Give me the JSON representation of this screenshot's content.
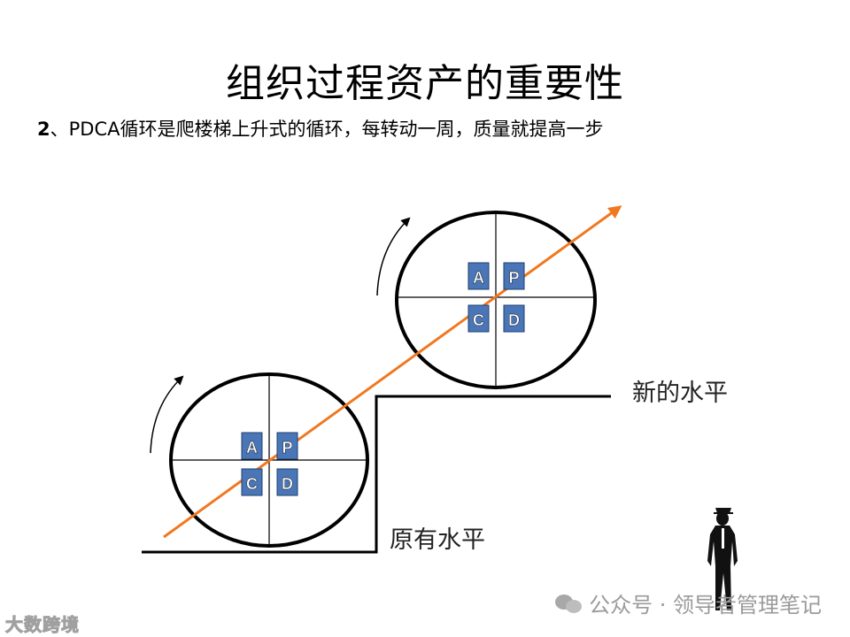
{
  "slide": {
    "title": "组织过程资产的重要性",
    "subtitle_num": "2",
    "subtitle_text": "、PDCA循环是爬楼梯上升式的循环，每转动一周，质量就提高一步"
  },
  "diagram": {
    "lower_cycle": {
      "labels": [
        "A",
        "P",
        "C",
        "D"
      ]
    },
    "upper_cycle": {
      "labels": [
        "A",
        "P",
        "C",
        "D"
      ]
    },
    "original_level_label": "原有水平",
    "new_level_label": "新的水平",
    "colors": {
      "quadrant_box": "#4a76b8",
      "trend_arrow": "#f07820",
      "outline": "#000000"
    }
  },
  "watermark": {
    "text": "公众号 · 领导者管理笔记",
    "corner": "大数跨境"
  }
}
